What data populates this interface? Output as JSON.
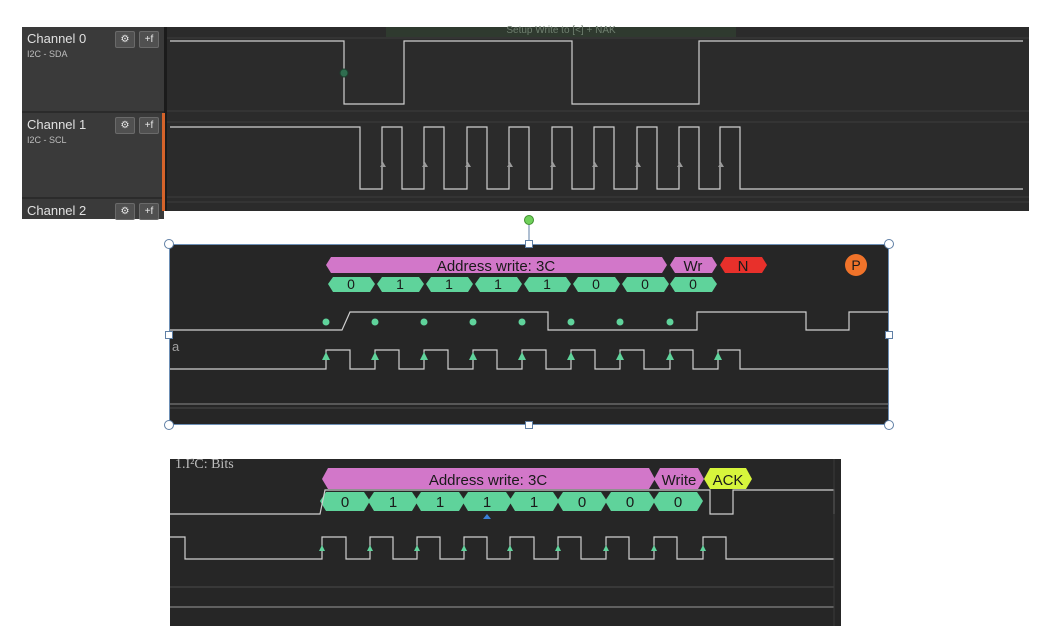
{
  "panel1": {
    "channels": [
      {
        "name": "Channel 0",
        "subtitle": "I2C - SDA"
      },
      {
        "name": "Channel 1",
        "subtitle": "I2C - SCL"
      },
      {
        "name": "Channel 2",
        "subtitle": ""
      }
    ],
    "gear_glyph": "⚙",
    "trigger_glyph": "+f",
    "decode_bubble": "Setup Write to [<] + NAK"
  },
  "panel2": {
    "address_label": "Address write: 3C",
    "rw_label": "Wr",
    "ack_label": "N",
    "stop_label": "P",
    "bits": [
      "0",
      "1",
      "1",
      "1",
      "1",
      "0",
      "0",
      "0"
    ],
    "channel_fragment": "a"
  },
  "panel3": {
    "title": "1.I²C: Bits",
    "address_label": "Address write: 3C",
    "rw_label": "Write",
    "ack_label": "ACK",
    "bits": [
      "0",
      "1",
      "1",
      "1",
      "1",
      "0",
      "0",
      "0"
    ]
  },
  "colors": {
    "address": "#d277c9",
    "bit": "#5fd39b",
    "nak": "#e8302b",
    "ack": "#d7f53c",
    "stop": "#f0732a",
    "trace": "#cfcfcf"
  }
}
